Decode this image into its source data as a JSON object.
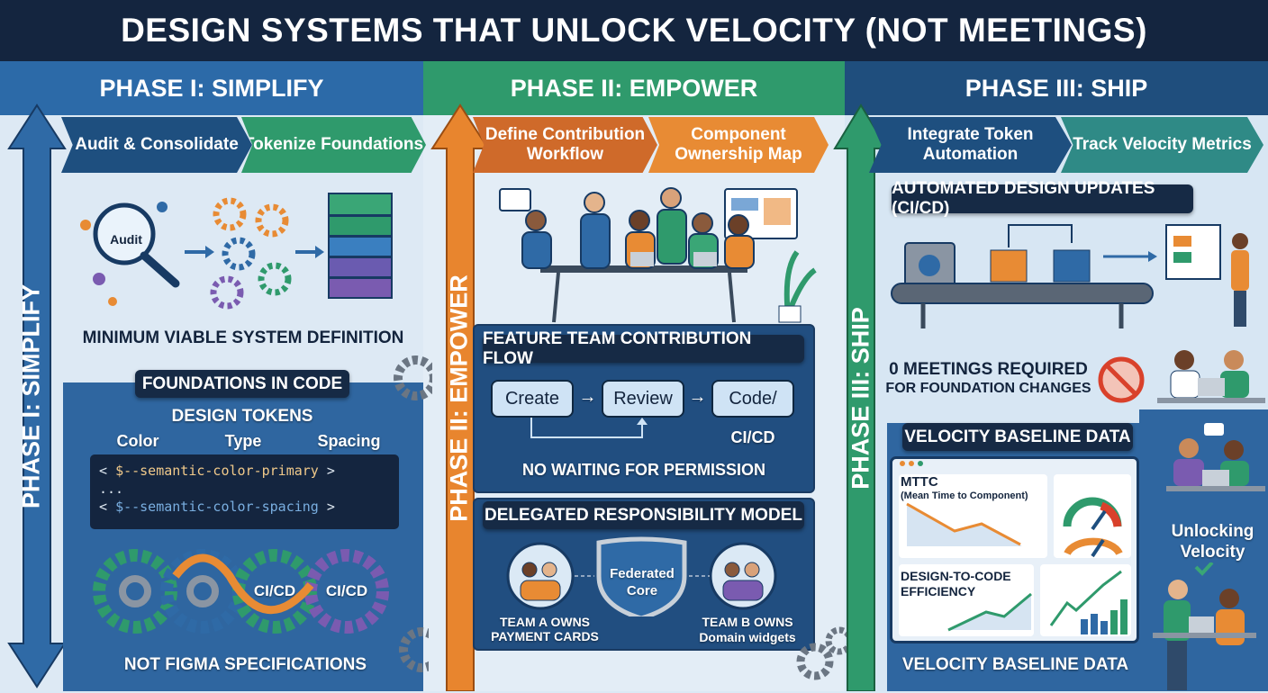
{
  "title": "DESIGN SYSTEMS THAT UNLOCK VELOCITY (NOT MEETINGS)",
  "phases": [
    {
      "header": "PHASE I: SIMPLIFY",
      "arrow_label": "PHASE I: SIMPLIFY",
      "steps": [
        "Audit & Consolidate",
        "Tokenize Foundations"
      ],
      "color": "#2c6aa8"
    },
    {
      "header": "PHASE II: EMPOWER",
      "arrow_label": "PHASE II: EMPOWER",
      "steps": [
        "Define Contribution Workflow",
        "Component Ownership Map"
      ],
      "color": "#2f9a6c"
    },
    {
      "header": "PHASE III: SHIP",
      "arrow_label": "PHASE III: SHIP",
      "steps": [
        "Integrate Token Automation",
        "Track Velocity Metrics"
      ],
      "color": "#1f4e7d"
    }
  ],
  "phase1": {
    "audit_badge": "Audit",
    "mvs_caption": "MINIMUM VIABLE SYSTEM DEFINITION",
    "foundations_title": "FOUNDATIONS IN CODE",
    "design_tokens": "DESIGN TOKENS",
    "token_columns": [
      "Color",
      "Type",
      "Spacing"
    ],
    "code_lines": [
      "< ",
      "$--semantic-color-primary",
      " >",
      "...",
      "< ",
      "$--semantic-color-spacing",
      " >"
    ],
    "gear_labels": [
      "CI/CD",
      "CI/CD"
    ],
    "footer": "NOT FIGMA SPECIFICATIONS"
  },
  "phase2": {
    "flow_title": "FEATURE TEAM CONTRIBUTION FLOW",
    "flow_steps": [
      "Create",
      "Review",
      "Code/"
    ],
    "flow_step_suffix": "CI/CD",
    "flow_caption": "NO WAITING FOR PERMISSION",
    "delegated_title": "DELEGATED RESPONSIBILITY MODEL",
    "core_label": "Federated Core",
    "team_a": "TEAM A OWNS PAYMENT CARDS",
    "team_b_1": "TEAM B OWNS",
    "team_b_2": "Domain widgets"
  },
  "phase3": {
    "automation_title": "AUTOMATED DESIGN UPDATES (CI/CD)",
    "meetings_line1": "0 MEETINGS REQUIRED",
    "meetings_line2": "FOR FOUNDATION CHANGES",
    "velocity_title": "VELOCITY BASELINE DATA",
    "mttc": "MTTC",
    "mttc_sub": "(Mean Time to Component)",
    "d2c_1": "DESIGN-TO-CODE",
    "d2c_2": "EFFICIENCY",
    "velocity_footer": "VELOCITY BASELINE DATA",
    "unlocking_1": "Unlocking",
    "unlocking_2": "Velocity"
  }
}
